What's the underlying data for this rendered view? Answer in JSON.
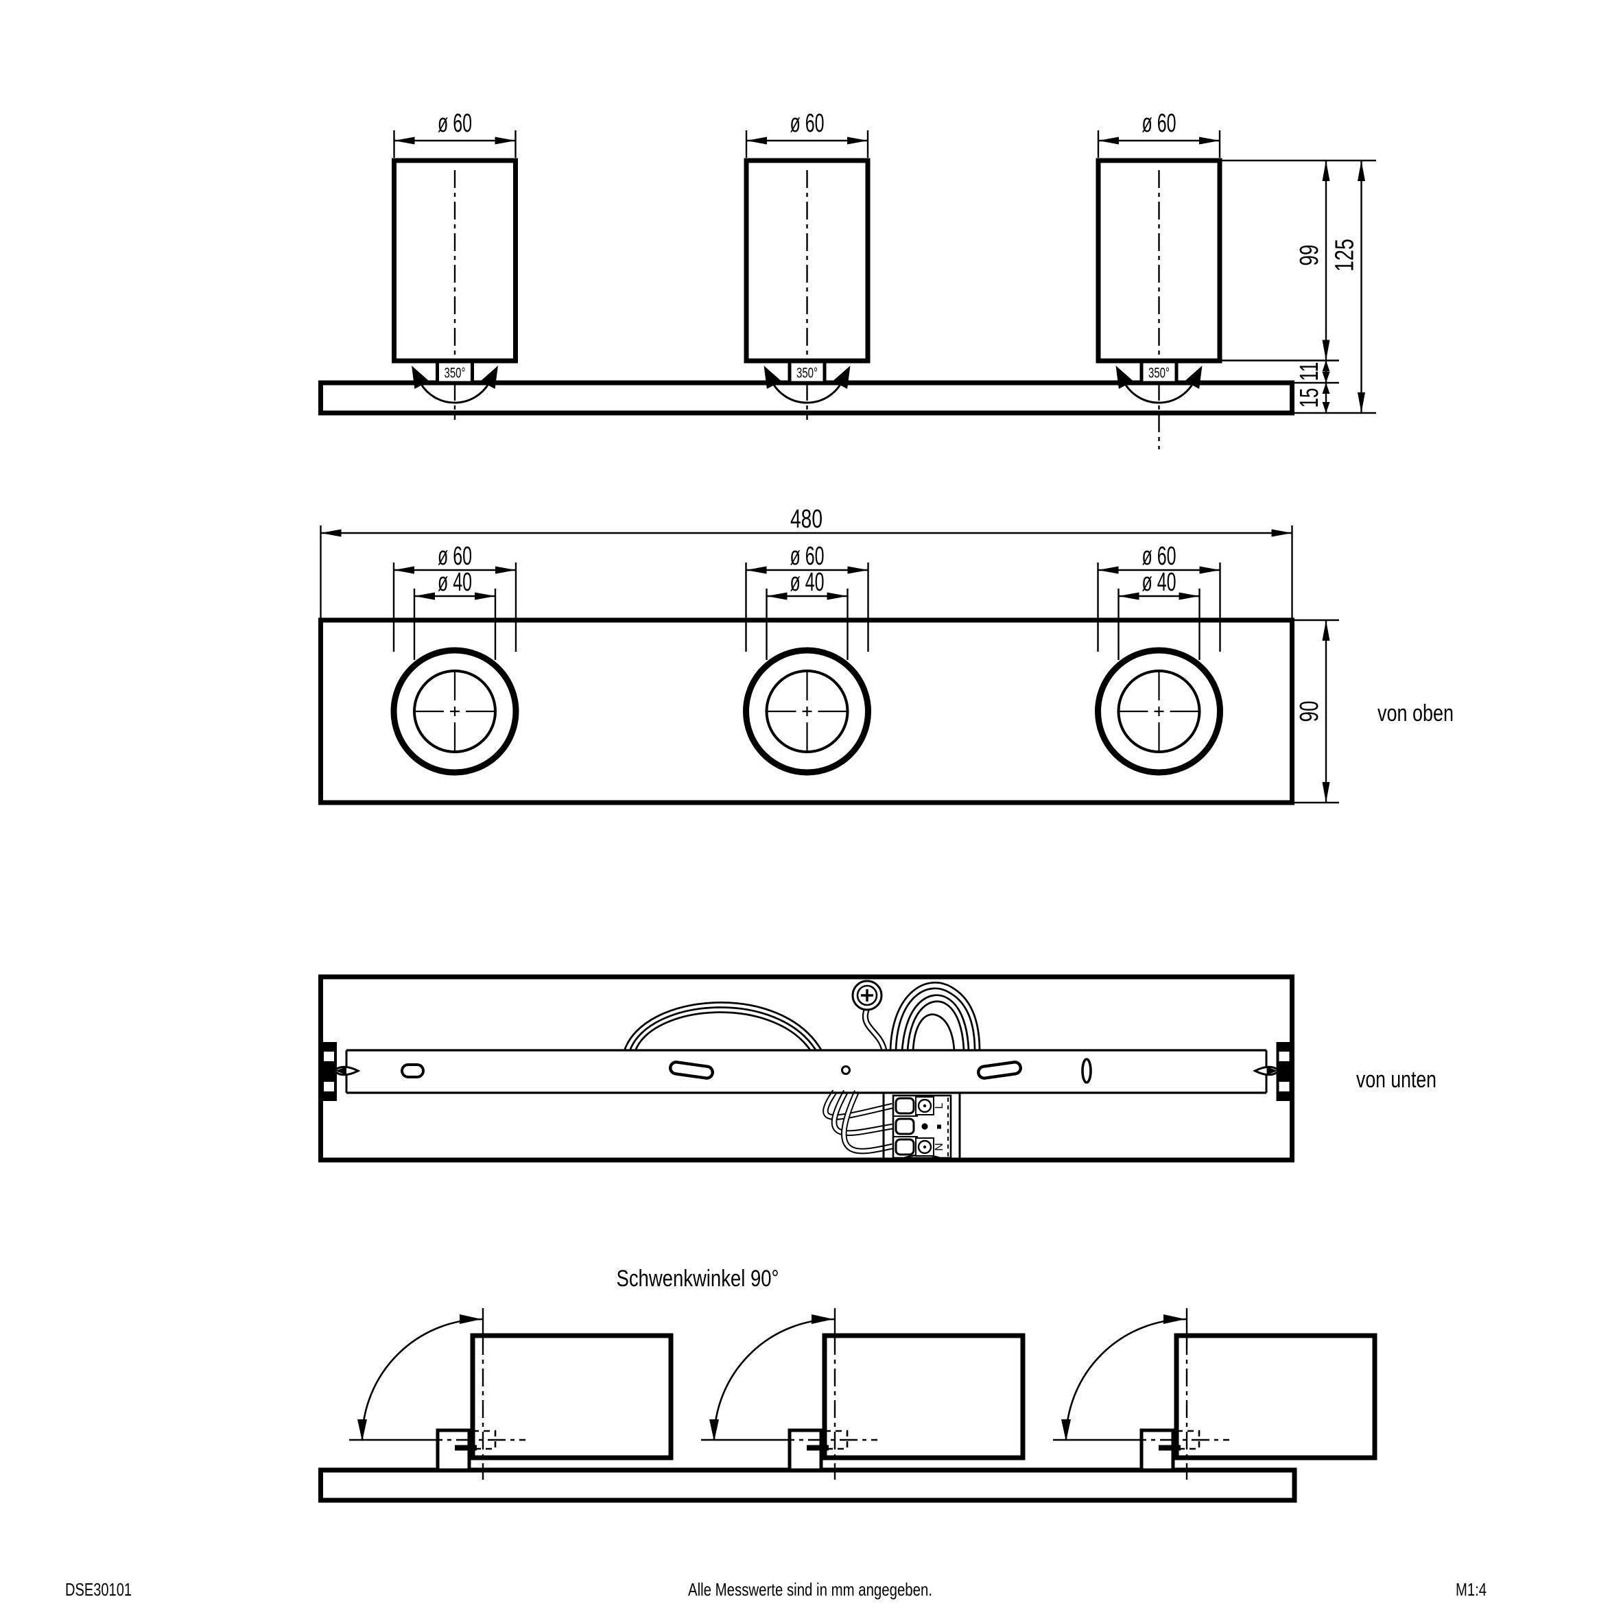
{
  "page": {
    "background": "#ffffff",
    "ink": "#000000"
  },
  "dims": {
    "dia60": "ø 60",
    "dia40": "ø 40",
    "width": "480",
    "depth": "90",
    "body": "99",
    "total": "125",
    "stem": "11",
    "plate": "15",
    "rot": "350°"
  },
  "views": {
    "top_label": "von oben",
    "bottom_label": "von unten",
    "swivel_title": "Schwenkwinkel 90°"
  },
  "terminal": {
    "live": "L",
    "neutral": "N"
  },
  "footer": {
    "doc_number": "DSE30101",
    "note": "Alle Messwerte sind in mm angegeben.",
    "scale": "M1:4"
  }
}
